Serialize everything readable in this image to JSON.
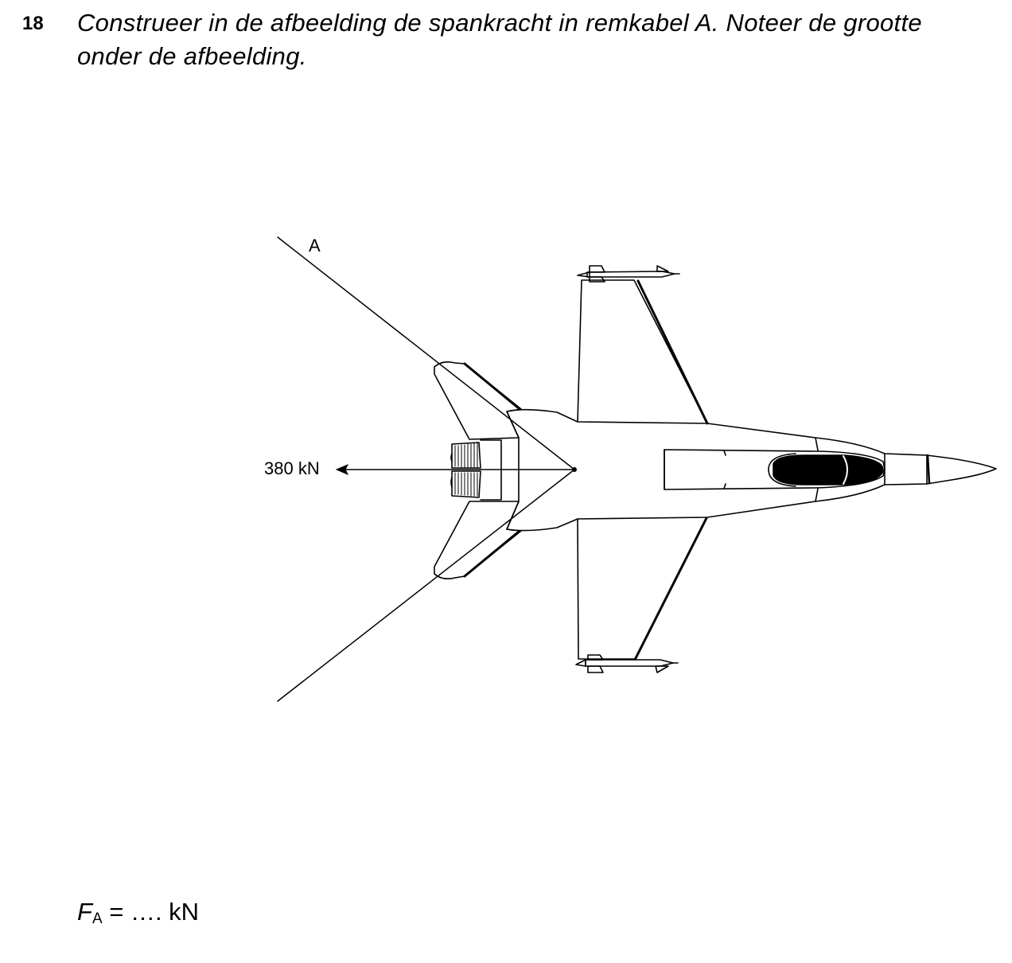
{
  "question": {
    "number": "18",
    "text": "Construeer in de afbeelding de spankracht in remkabel A. Noteer de grootte onder de afbeelding."
  },
  "figure": {
    "cable_label": "A",
    "force_label": "380 kN"
  },
  "answer": {
    "symbol": "F",
    "subscript": "A",
    "rest": " = …. kN"
  }
}
